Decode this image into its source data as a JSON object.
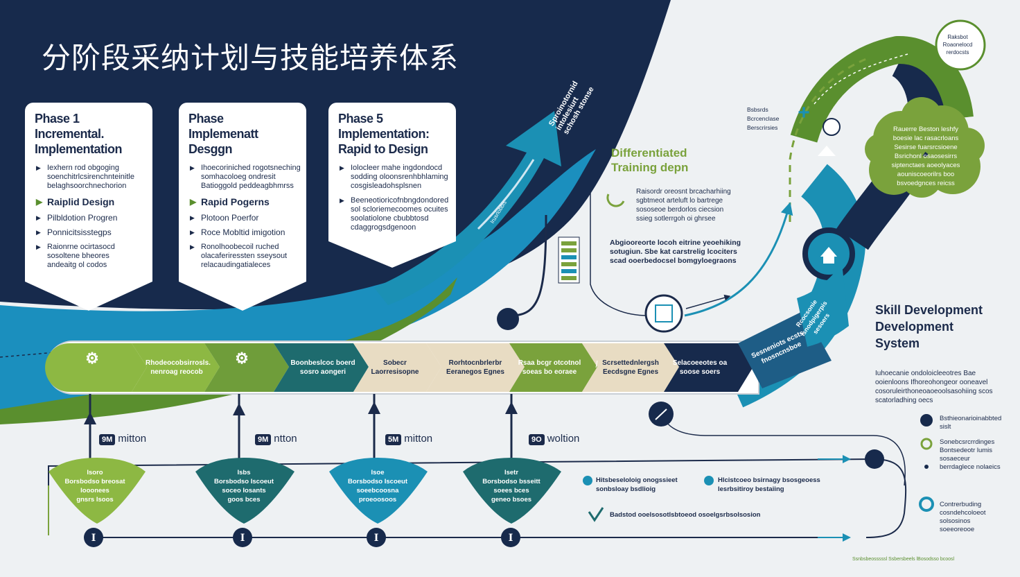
{
  "title": "分阶段采纳计划与技能培养体系",
  "cards": [
    {
      "title": "Phase 1\nIncremental.\nImplementation",
      "items": [
        {
          "text": "Iexhern rod obgoging\nsoenchitrlcsirenchnteinitle\nbelaghsoorchnechorion",
          "big": false
        },
        {
          "text": "Raiplid Design",
          "big": true
        },
        {
          "text": "Pilbldotion Progren",
          "big": false
        },
        {
          "text": "Ponnicitsisstegps",
          "big": false
        },
        {
          "text": "Raionrne ocirtasocd\nsosoltene bheores\nandeaitg ol codos",
          "big": false
        }
      ]
    },
    {
      "title": "Phase\nImplemenatt\nDesggn",
      "items": [
        {
          "text": "Ihoecoriniched rogotsneching\nsomhacoloeg ondresit\nBatioggold peddeagbhmrss",
          "big": false
        },
        {
          "text": "Rapid Pogerns",
          "big": true
        },
        {
          "text": "Plotoon Poerfor",
          "big": false
        },
        {
          "text": "Roce Mobltid imigotion",
          "big": false
        },
        {
          "text": "Ronolhoobecoil ruched\nolacaferiressten sseysout\nrelacaudingatialeces",
          "big": false
        }
      ]
    },
    {
      "title": "Phase 5\nImplementation:\nRapid to Design",
      "items": [
        {
          "text": "Iolocleer mahe ingdondocd\nsodding oloonsrenhbhlaming\ncosgisleadohsplsnen",
          "big": false
        },
        {
          "text": "Beeneotioricofnbngdondored\nsol scloriemecoomes ocuites\nsoolatiolone cbubbtosd\ncdaggrogsdgenoon",
          "big": false
        }
      ]
    }
  ],
  "arrow_label": "Sproinotornid\nintolesiurt\nschosh stonse",
  "arrow_inner_label": "Irusrlobbis",
  "diff_title": "Differentiated\nTraining depn",
  "diff_text1": "Raisordr oreosnt brcacharhiing\nsgbtmeot arteluft lo bartrege\nsososeoe berdorlos ciecsion\nssieg sotlerrgoh oi ghrsee",
  "diff_text2": "Abgiooreorte locoh eitrine yeoehiking\nsotugiun. Sbe kat carstrelig lcociters\nscad ooerbedocsel bomgyloegraons",
  "side_labels": [
    "Bsbsrds",
    "Bcrcenclase",
    "Berscrirsies"
  ],
  "circle_text": "Raksbot\nRoaonelocd\nrerdocsts",
  "cloud_text": "Rauerre Beston leshfy\nboesie lac rasacrloans\nSesirse fuarsrcsioene\nBsrichonl osaosesirrs\nsiptenctaes aoeolyaces\naouniscoeorilrs boo\nbsvoedgnces reicss",
  "segments": [
    {
      "text": "",
      "icon": "⚙"
    },
    {
      "text": "Rhodeocobsirrosls.\nnenroag reocob"
    },
    {
      "text": "",
      "icon": "⚙"
    },
    {
      "text": "Boonbeslcoc boerd\nsosro aongeri"
    },
    {
      "text": "Sobecr\nLaorresisopne"
    },
    {
      "text": "Rorhtocnbrlerbr\nEeranegos Egnes"
    },
    {
      "text": "Rsaa bcgr otcotnol\nsoeas bo eoraee"
    },
    {
      "text": "Scrsettednlergsh\nEecdsgne Egnes"
    },
    {
      "text": "Selacoeeotes oa\nsoose soers"
    },
    {
      "text": "Sesneniots ecsts\nfnosncnsboe"
    },
    {
      "text": "Rcocsonie\nlsnodpigerpis\nsesoers"
    }
  ],
  "skill_title": "Skill Development\nDevelopment\nSystem",
  "skill_text": "Iuhoecanie ondoloicleeotres Bae\nooienloons Ifhoreohongeor ooneavel\ncosoruleirthoneoaoeoolsasohiing scos\nscatorladhing oecs",
  "skill_bullets": [
    {
      "text": "Bsthieonarioinabbted\nsislt",
      "color": "#1b2a4a"
    },
    {
      "text": "Sonebcsrcrrdinges\nBontsedeotr lumis\nsosaeceur\nberrdaglece nolaeics",
      "color": "#7aa23c"
    },
    {
      "text": "Contrerbuding\ncosndehcoloeot\nsolsosinos\nsoeeoreooe",
      "color": "#1b90b4"
    }
  ],
  "milestones": [
    {
      "num": "9M",
      "text": "mitton"
    },
    {
      "num": "9M",
      "text": "ntton"
    },
    {
      "num": "5M",
      "text": "mitton"
    },
    {
      "num": "9O",
      "text": "woltion"
    }
  ],
  "gems": [
    {
      "text": "Isoro\nBorsbodso breosat\nIooonees\ngnsrs Isoos",
      "color": "#8db843"
    },
    {
      "text": "Isbs\nBorsbodso Iscoeut\nsoceo Iosants\ngoos bces",
      "color": "#1e6b6e"
    },
    {
      "text": "Isoe\nBorsbodso Iscoeut\nsoeebcoosna\nproeoosoos",
      "color": "#1b90b4"
    },
    {
      "text": "Isetr\nBorsbodso bsseitt\nsoees bces\ngeneo bsoes",
      "color": "#1e6b6e"
    }
  ],
  "legend": [
    {
      "text": "Hitsbeseloloig onogssieet\nsonbsloay bsdlioig",
      "color": "#1b90b4"
    },
    {
      "text": "Hlcistcoeo bsirnagy bsosgeoess\nlesrbsitiroy bestaiing",
      "color": "#1b90b4"
    },
    {
      "text": "Badstod ooelsosotlsbtoeod osoelgsrbsolsosion",
      "color": "#1e6b6e"
    }
  ],
  "footer": "Ssnbsbeosssssl Ssbersbeels lBosodsso bcoosl"
}
